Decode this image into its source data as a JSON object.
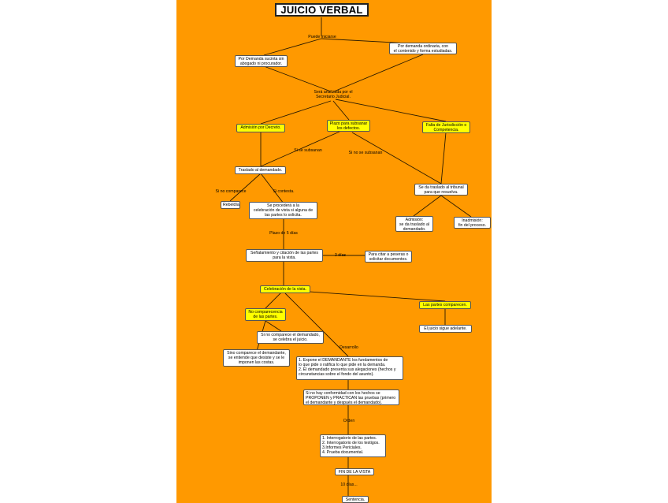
{
  "title": "JUICIO VERBAL",
  "labels": {
    "puede_iniciarse": "Puede iniciarse",
    "sera_analizada": "Será analizada por el\nSecretario Judicial.",
    "si_se_subsanan": "Si se subsanan",
    "si_no_se_subsanan": "Si no se subsanan",
    "si_no_comparece": "Si no comparece",
    "si_contesta": "Si contesta.",
    "plazo_5_dias": "Plazo de 5 días",
    "tres_dias": "3 días",
    "desarrollo": "Desarrollo",
    "orden": "Orden",
    "diez_dias": "10 días..."
  },
  "nodes": {
    "demanda_sucinta": "Por Demanda sucinta sin\nabogado ni procurador.",
    "demanda_ordinaria": "Por demanda ordinaria, con\nel contenido y forma estudiadas.",
    "admision_decreto": "Admisión por Decreto.",
    "plazo_subsanar": "Plazo para subsanar\nlos defectos.",
    "falta_jurisdiccion": "Falta de Jurisdicción o\nCompetencia.",
    "traslado_demandado": "Traslado al demandado.",
    "se_da_traslado": "Se da traslado al tribunal\npara que resuelva.",
    "rebeldia": "Rebeldía",
    "se_procedera": "Se procederá a la\ncelebración de vista si alguna de\nlas partes lo solicita.",
    "admision_traslado": "Admisión:\nse da traslado al\ndemandado.",
    "inadmision": "Inadmisión:\nfin del proceso.",
    "senalamiento": "Señalamiento y citación de las partes\npara la vista.",
    "para_citar": "Para citar a peseras o\nsolicitar documentos.",
    "celebracion": "Celebración de la vista.",
    "no_comparecencia": "No comparecencia\nde las partes.",
    "partes_comparecen": "Las partes comparecen.",
    "no_comparece_demandado": "Si no comparece el demandado,\nse celebra el juicio.",
    "juicio_sigue": "El juicio sigue adelante.",
    "sino_comparece_demandante": "Sino comparece el demandante,\nse entiende que desiste y se le\nimponen las costas.",
    "expone": "1. Expone el DEMANDANTE los fundamentos de\nlo que pide o ratifica lo que pide en la demanda.\n2. El demandado presenta sus alegaciones (hechos y\ncircunstancias sobre el fondo del asunto).",
    "conformidad": "Si no hay conformidad con los hechos se\nPROPONEN y PRACTICAN las pruebas (primero\nel demandante y después el demandado).",
    "interrogatorios": "1. Interrogatorio de las partes.\n2. Interrogatorio de los testigos.\n3.Informes Periciales.\n4. Prueba documental.",
    "fin_vista": "FIN DE LA VISTA",
    "sentencia": "Sentencia."
  },
  "colors": {
    "background": "#ff9900",
    "highlight": "#ffff00",
    "node": "#ffffff",
    "line": "#222222"
  }
}
